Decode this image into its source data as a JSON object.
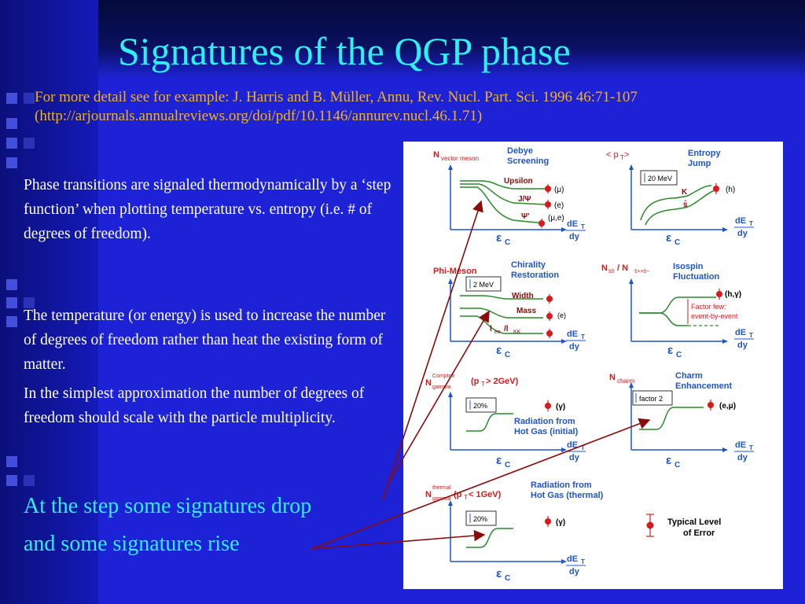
{
  "slide": {
    "title": "Signatures of the QGP phase",
    "reference_line1": "For more detail see for example: J. Harris and B. Müller, Annu, Rev. Nucl. Part. Sci. 1996 46:71-107",
    "reference_line2": "(http://arjournals.annualreviews.org/doi/pdf/10.1146/annurev.nucl.46.1.71)",
    "paragraph1": "Phase transitions are signaled thermodynamically by a ‘step function’ when plotting temperature vs. entropy (i.e. # of degrees of freedom).",
    "paragraph2": "The temperature (or energy) is used to increase the number of degrees of freedom rather than heat the existing form of matter.",
    "paragraph3": "In the simplest approximation the number of degrees of freedom should scale with the particle multiplicity.",
    "emphasis_line1": "At the step some signatures drop",
    "emphasis_line2": "and some signatures rise"
  },
  "colors": {
    "background": "#1d22d6",
    "title": "#2ef0f0",
    "reference": "#f2b11d",
    "body_text": "#ffffff",
    "arrows": "#8b0a0a",
    "figure_red": "#d71a1a",
    "figure_blue": "#1f55c8",
    "figure_green": "#2a8a2a"
  },
  "figure": {
    "panels": [
      {
        "y_label": "N",
        "y_label_sub": "vector meson",
        "heading_line1": "Debye",
        "heading_line2": "Screening",
        "curve_labels": [
          "Upsilon",
          "J/Ψ",
          "Ψ'"
        ],
        "point_labels": [
          "(μ)",
          "(e)",
          "(μ,e)"
        ],
        "x_label": "ε",
        "x_label_sub": "C",
        "axis_label_top": "dE",
        "axis_label_top_sub": "T",
        "axis_label_bottom": "dy"
      },
      {
        "y_label": "< p",
        "y_label_sub": "T",
        "y_label_suffix": " >",
        "heading_line1": "Entropy",
        "heading_line2": "Jump",
        "box_label": "20 MeV",
        "curve_labels": [
          "K",
          "s̄"
        ],
        "point_labels": [
          "(h)"
        ],
        "x_label": "ε",
        "x_label_sub": "C",
        "axis_label_top": "dE",
        "axis_label_top_sub": "T",
        "axis_label_bottom": "dy"
      },
      {
        "y_label": "Phi-Meson",
        "heading_line1": "Chirality",
        "heading_line2": "Restoration",
        "box_label": "2 MeV",
        "curve_labels": [
          "Width",
          "Mass",
          "l",
          "ee",
          "/l",
          "KK"
        ],
        "point_labels": [
          "(e)"
        ],
        "x_label": "ε",
        "x_label_sub": "C",
        "axis_label_top": "dE",
        "axis_label_top_sub": "T",
        "axis_label_bottom": "dy"
      },
      {
        "y_label": "N",
        "y_label_sub": "s̄0",
        "y_label_mid": " / N",
        "y_label_sub2": "s̄++s̄−",
        "heading_line1": "Isospin",
        "heading_line2": "Fluctuation",
        "point_labels": [
          "(h,γ)"
        ],
        "note_line1": "Factor few:",
        "note_line2": "event-by-event",
        "x_label": "ε",
        "x_label_sub": "C",
        "axis_label_top": "dE",
        "axis_label_top_sub": "T",
        "axis_label_bottom": "dy"
      },
      {
        "y_label": "N",
        "y_label_sup": "Compton",
        "y_label_sub": "gamma",
        "y_label_suffix": "(p",
        "y_label_suffix_sub": "T",
        "y_label_suffix_end": " > 2GeV)",
        "box_label": "20%",
        "point_labels": [
          "(γ)"
        ],
        "caption_line1": "Radiation from",
        "caption_line2": "Hot Gas (initial)",
        "x_label": "ε",
        "x_label_sub": "C",
        "axis_label_top": "dE",
        "axis_label_top_sub": "T",
        "axis_label_bottom": "dy"
      },
      {
        "y_label": "N",
        "y_label_sub": "charm",
        "heading_line1": "Charm",
        "heading_line2": "Enhancement",
        "box_label": "factor 2",
        "point_labels": [
          "(e,μ)"
        ],
        "x_label": "ε",
        "x_label_sub": "C",
        "axis_label_top": "dE",
        "axis_label_top_sub": "T",
        "axis_label_bottom": "dy"
      },
      {
        "y_label": "N",
        "y_label_sup": "thermal",
        "y_label_sub": "gamma",
        "y_label_suffix": "(p",
        "y_label_suffix_sub": "T",
        "y_label_suffix_end": " < 1GeV)",
        "heading_line1": "Radiation from",
        "heading_line2": "Hot Gas (thermal)",
        "box_label": "20%",
        "point_labels": [
          "(γ)"
        ],
        "x_label": "ε",
        "x_label_sub": "C",
        "axis_label_top": "dE",
        "axis_label_top_sub": "T",
        "axis_label_bottom": "dy"
      }
    ],
    "legend_line1": "Typical Level",
    "legend_line2": "of Error"
  }
}
